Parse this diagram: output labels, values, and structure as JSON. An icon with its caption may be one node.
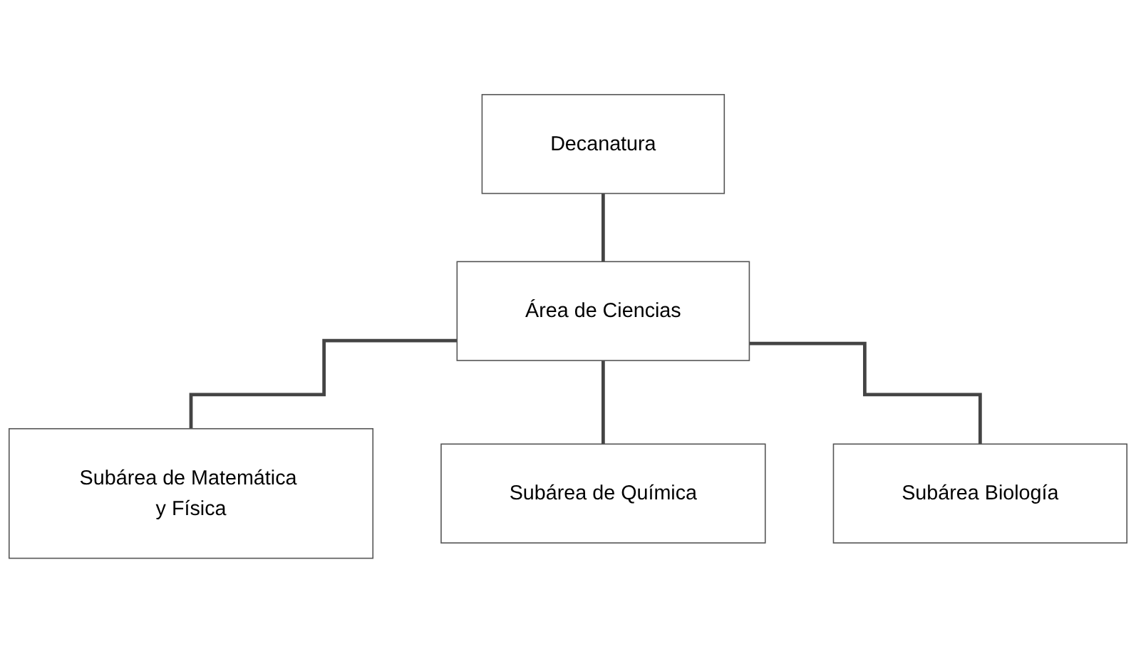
{
  "diagram": {
    "nodes": [
      {
        "text": [
          "Decanatura"
        ]
      },
      {
        "text": [
          "Área de Ciencias"
        ]
      },
      {
        "text": [
          "Subárea de Matemática y Física"
        ]
      },
      {
        "text": [
          "Subárea de Química"
        ]
      },
      {
        "text": [
          "Subárea Biología"
        ]
      }
    ],
    "edges": [
      {
        "from": 0,
        "to": 1,
        "arrow": "none"
      },
      {
        "from": 1,
        "to": 2,
        "arrow": "none"
      },
      {
        "from": 1,
        "to": 3,
        "arrow": "none"
      },
      {
        "from": 1,
        "to": 4,
        "arrow": "none"
      }
    ]
  }
}
